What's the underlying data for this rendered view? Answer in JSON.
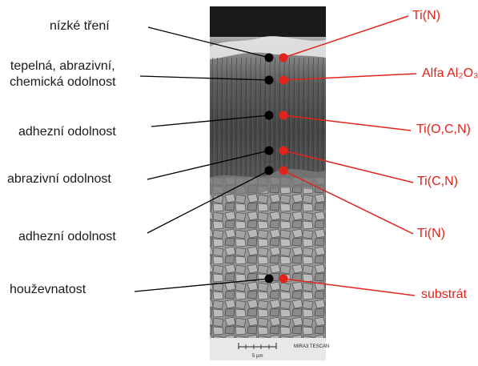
{
  "diagram": {
    "left_labels": [
      "nízké tření",
      "tepelná, abrazivní,\nchemická odolnost",
      "adhezní odolnost",
      "abrazivní odolnost",
      "adhezní odolnost",
      "houževnatost"
    ],
    "right_labels": [
      "Ti(N)",
      "Alfa Al₂O₃",
      "Ti(O,C,N)",
      "Ti(C,N)",
      "Ti(N)",
      "substrát"
    ],
    "sem_footer": {
      "brand": "MIRA3 TESCAN",
      "scale_bar_label": "5 µm"
    },
    "colors": {
      "left_text": "#1a1a1a",
      "right_text": "#e2231a",
      "left_marker": "#000000",
      "right_marker": "#e2231a"
    }
  }
}
